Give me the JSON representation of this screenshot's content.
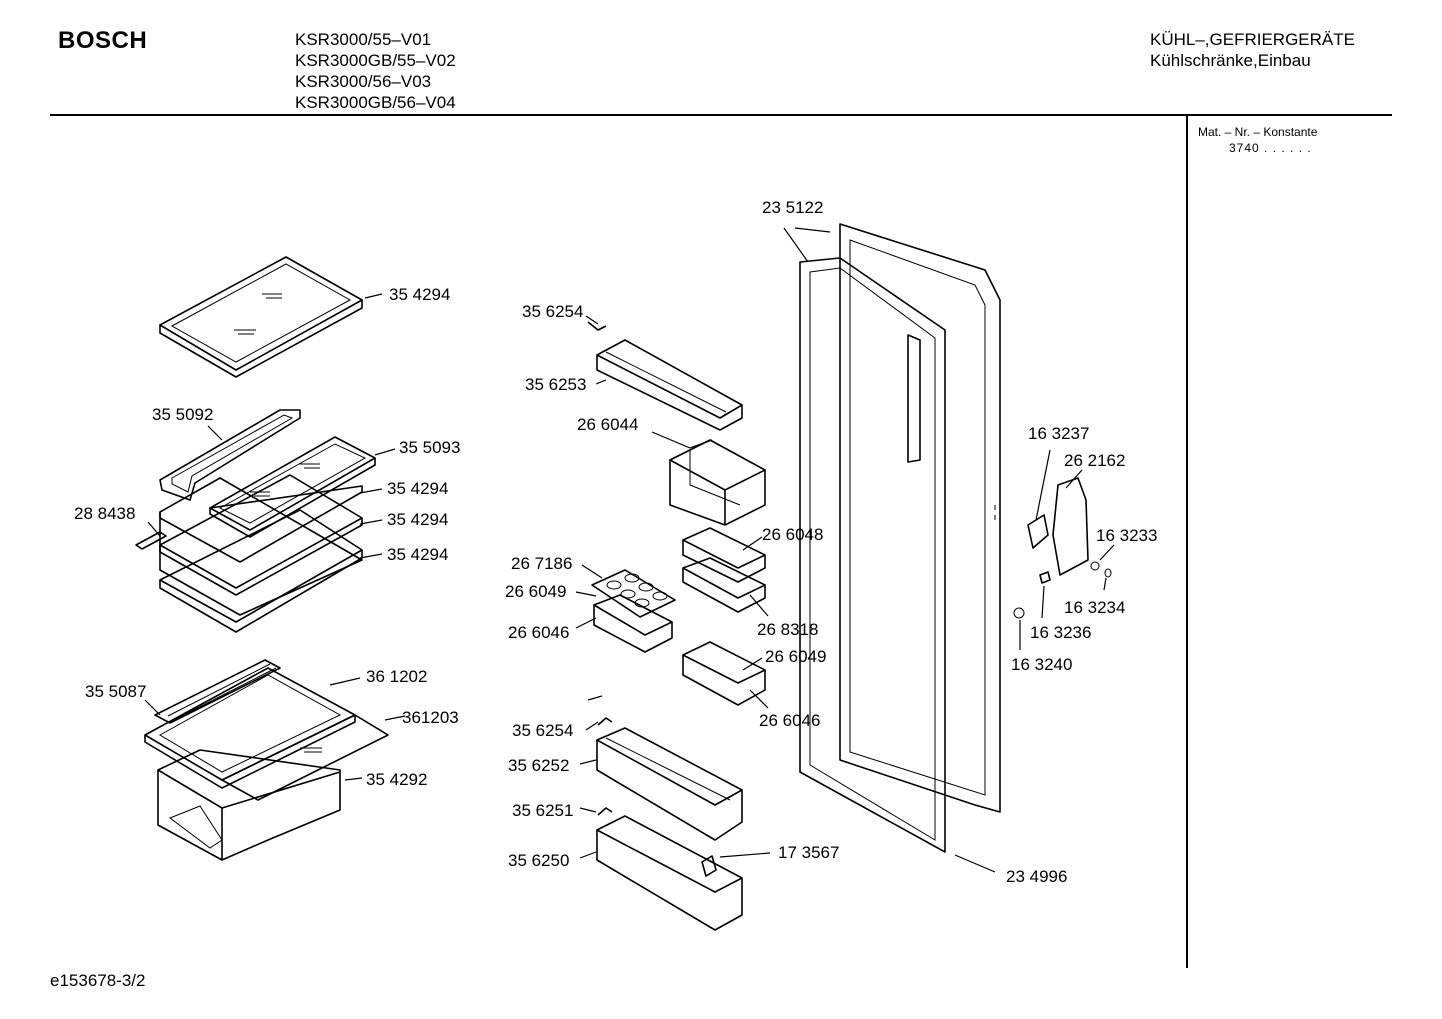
{
  "header": {
    "brand": "BOSCH",
    "models": [
      "KSR3000/55–V01",
      "KSR3000GB/55–V02",
      "KSR3000/56–V03",
      "KSR3000GB/56–V04"
    ],
    "category_line1": "KÜHL–,GEFRIERGERÄTE",
    "category_line2": "Kühlschränke,Einbau"
  },
  "sidebar": {
    "mat_label": "Mat. – Nr. – Konstante",
    "mat_value": "3740 . . . . . ."
  },
  "footer": {
    "code": "e153678-3/2"
  },
  "labels": {
    "l354294a": "35 4294",
    "l355092": "35 5092",
    "l355093": "35 5093",
    "l354294b": "35 4294",
    "l288438": "28 8438",
    "l354294c": "35 4294",
    "l354294d": "35 4294",
    "l355087": "35 5087",
    "l361202": "36 1202",
    "l361203": "361203",
    "l354292": "35 4292",
    "l356254a": "35 6254",
    "l356253": "35 6253",
    "l266044": "26 6044",
    "l266048": "26 6048",
    "l267186": "26 7186",
    "l266049a": "26 6049",
    "l266046a": "26 6046",
    "l268318": "26 8318",
    "l266049b": "26 6049",
    "l266046b": "26 6046",
    "l356254b": "35 6254",
    "l356252": "35 6252",
    "l356251": "35 6251",
    "l356250": "35 6250",
    "l173567": "17 3567",
    "l235122": "23 5122",
    "l234996": "23 4996",
    "l163237": "16 3237",
    "l262162": "26 2162",
    "l163233": "16 3233",
    "l163234": "16 3234",
    "l163236": "16 3236",
    "l163240": "16 3240"
  }
}
